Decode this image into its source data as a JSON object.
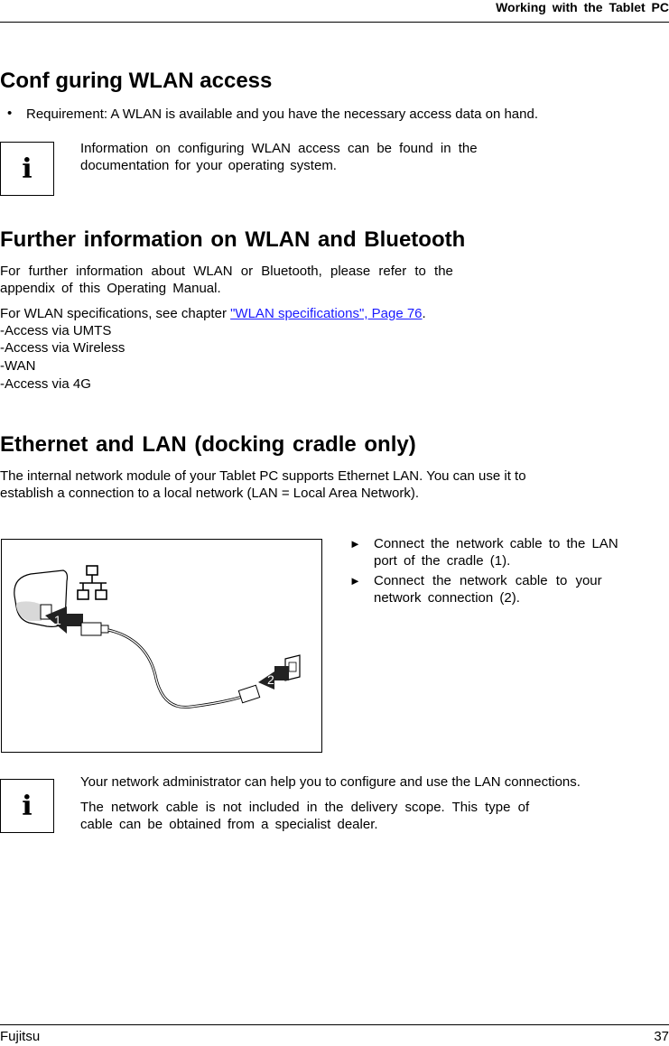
{
  "header": {
    "title": "Working with the Tablet PC"
  },
  "section_wlan": {
    "heading": "Conf guring WLAN access",
    "bullet": "•",
    "requirement": "Requirement: A WLAN is available and you have the necessary access data on hand.",
    "info_icon": "i",
    "info_line1": "Information on configuring WLAN access can be found in the",
    "info_line2": "documentation for your operating system."
  },
  "section_further": {
    "heading": "Further information on WLAN and Bluetooth",
    "para_line1": "For further information about WLAN or Bluetooth, please refer to the",
    "para_line2": "appendix of this Operating Manual.",
    "spec_prefix": "For WLAN specifications, see chapter ",
    "spec_link": "\"WLAN specifications\", Page 76",
    "spec_suffix": ".",
    "list": [
      "-Access via UMTS",
      "-Access via Wireless",
      "-WAN",
      "-Access via 4G"
    ]
  },
  "section_ethernet": {
    "heading": "Ethernet and LAN (docking cradle only)",
    "para_line1": "The internal network module of your Tablet PC supports Ethernet LAN. You can use it to",
    "para_line2": "establish a connection to a local network (LAN = Local Area Network).",
    "step_marker": "►",
    "steps": [
      {
        "line1": "Connect the network cable to the LAN",
        "line2": "port of the cradle (1)."
      },
      {
        "line1": "Connect the network cable to your",
        "line2": "network connection (2)."
      }
    ],
    "figure_label_1": "1",
    "figure_label_2": "2",
    "info_icon": "i",
    "info_line1": "Your network administrator can help you to configure and use the LAN connections.",
    "info_line2a": "The network cable is not included in the delivery scope. This type of",
    "info_line2b": "cable can be obtained from a specialist dealer."
  },
  "footer": {
    "left": "Fujitsu",
    "page": "37"
  }
}
